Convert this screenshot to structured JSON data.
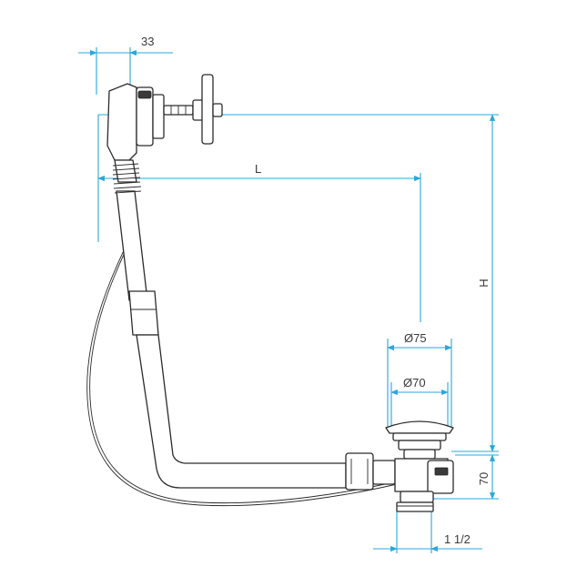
{
  "dimensions": {
    "offset": "33",
    "length": "L",
    "height": "H",
    "outer_diameter": "Ø75",
    "inner_diameter": "Ø70",
    "outlet_height": "70",
    "thread": "1 1/2"
  },
  "colors": {
    "dimension_line": "#2aa7dc",
    "part_stroke": "#2b2b2b",
    "text": "#3a3a3a"
  }
}
